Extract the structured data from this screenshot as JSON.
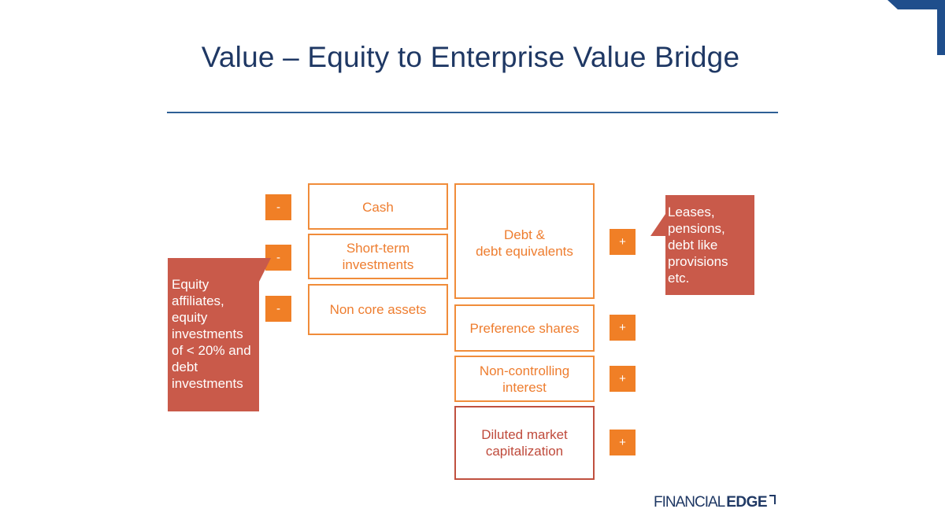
{
  "title": "Value – Equity to Enterprise Value Bridge",
  "colors": {
    "title": "#1f3864",
    "rule": "#2e5f95",
    "box_orange": "#f08c3a",
    "box_dark_red": "#c0503f",
    "sign_fill": "#f07f26",
    "callout_fill": "#c95a4a",
    "corner_blue": "#1f4e8c"
  },
  "left_column": [
    {
      "label": "Cash",
      "sign": "-"
    },
    {
      "label": "Short-term\ninvestments",
      "sign": "-"
    },
    {
      "label": "Non core assets",
      "sign": "-"
    }
  ],
  "right_column": [
    {
      "label": "Debt &\ndebt equivalents",
      "sign": "+"
    },
    {
      "label": "Preference shares",
      "sign": "+"
    },
    {
      "label": "Non-controlling\ninterest",
      "sign": "+"
    },
    {
      "label": "Diluted market\ncapitalization",
      "sign": "+"
    }
  ],
  "callouts": {
    "left": "Equity\naffiliates,\nequity\ninvestments\nof < 20% and\ndebt\ninvestments",
    "right": "Leases,\npensions,\ndebt like\nprovisions\netc."
  },
  "logo": {
    "light": "FINANCIAL",
    "bold": "EDGE",
    "icon": "flag-bracket-icon"
  }
}
